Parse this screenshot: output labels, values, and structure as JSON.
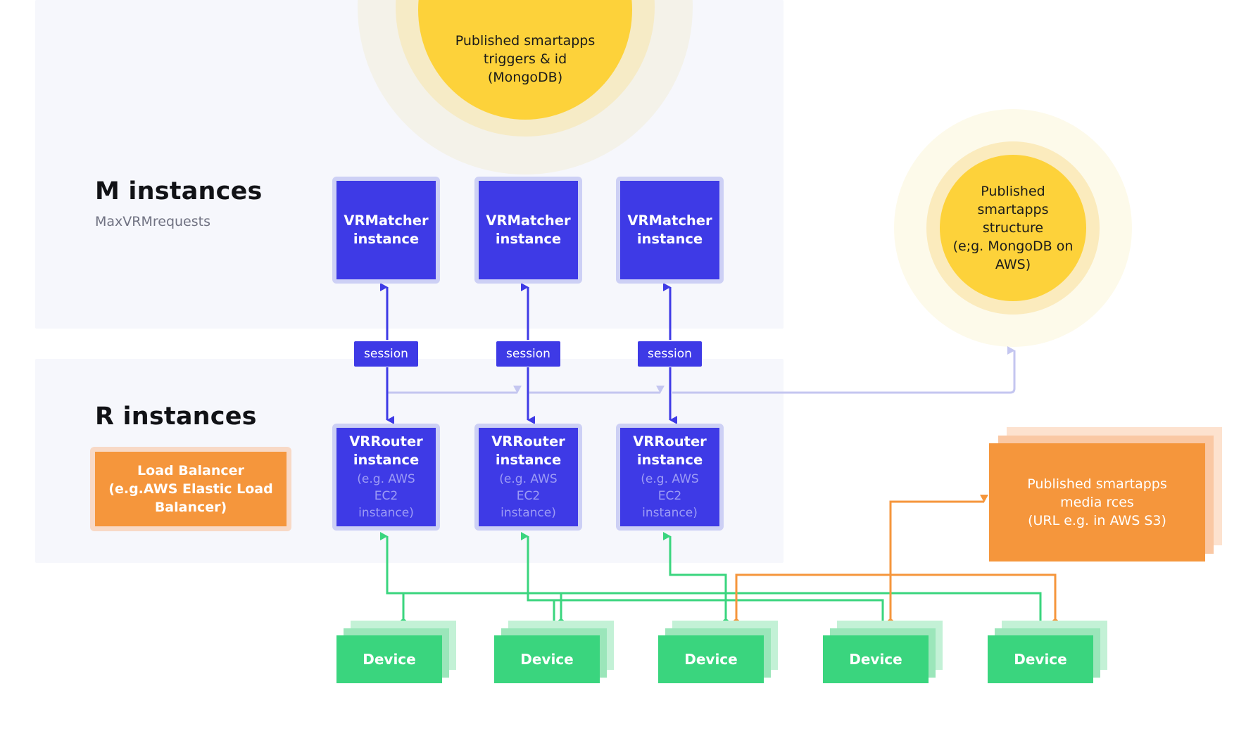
{
  "m_section": {
    "title": "M instances",
    "subtitle": "MaxVRMrequests"
  },
  "r_section": {
    "title": "R instances"
  },
  "top_db": {
    "lines": [
      "Published smartapps",
      "triggers & id",
      "(MongoDB)"
    ]
  },
  "right_db": {
    "lines": [
      "Published",
      "smartapps",
      "structure",
      "(e;g. MongoDB on",
      "AWS)"
    ]
  },
  "matchers": [
    {
      "label": "VRMatcher instance"
    },
    {
      "label": "VRMatcher instance"
    },
    {
      "label": "VRMatcher instance"
    }
  ],
  "sessions": [
    {
      "label": "session"
    },
    {
      "label": "session"
    },
    {
      "label": "session"
    }
  ],
  "routers": [
    {
      "label": "VRRouter instance",
      "sub": "(e.g. AWS EC2 instance)"
    },
    {
      "label": "VRRouter instance",
      "sub": "(e.g. AWS EC2 instance)"
    },
    {
      "label": "VRRouter instance",
      "sub": "(e.g. AWS EC2 instance)"
    }
  ],
  "load_balancer": {
    "label": "Load Balancer (e.g.AWS Elastic Load Balancer)"
  },
  "media_store": {
    "lines": [
      "Published smartapps",
      "media rces",
      "(URL e.g. in AWS S3)"
    ]
  },
  "devices": [
    {
      "label": "Device"
    },
    {
      "label": "Device"
    },
    {
      "label": "Device"
    },
    {
      "label": "Device"
    },
    {
      "label": "Device"
    }
  ],
  "colors": {
    "instance_blue": "#3e3ae6",
    "device_green": "#3ad57e",
    "accent_orange": "#f5963c",
    "db_yellow": "#fdd23a",
    "panel_bg": "#f6f7fc"
  }
}
